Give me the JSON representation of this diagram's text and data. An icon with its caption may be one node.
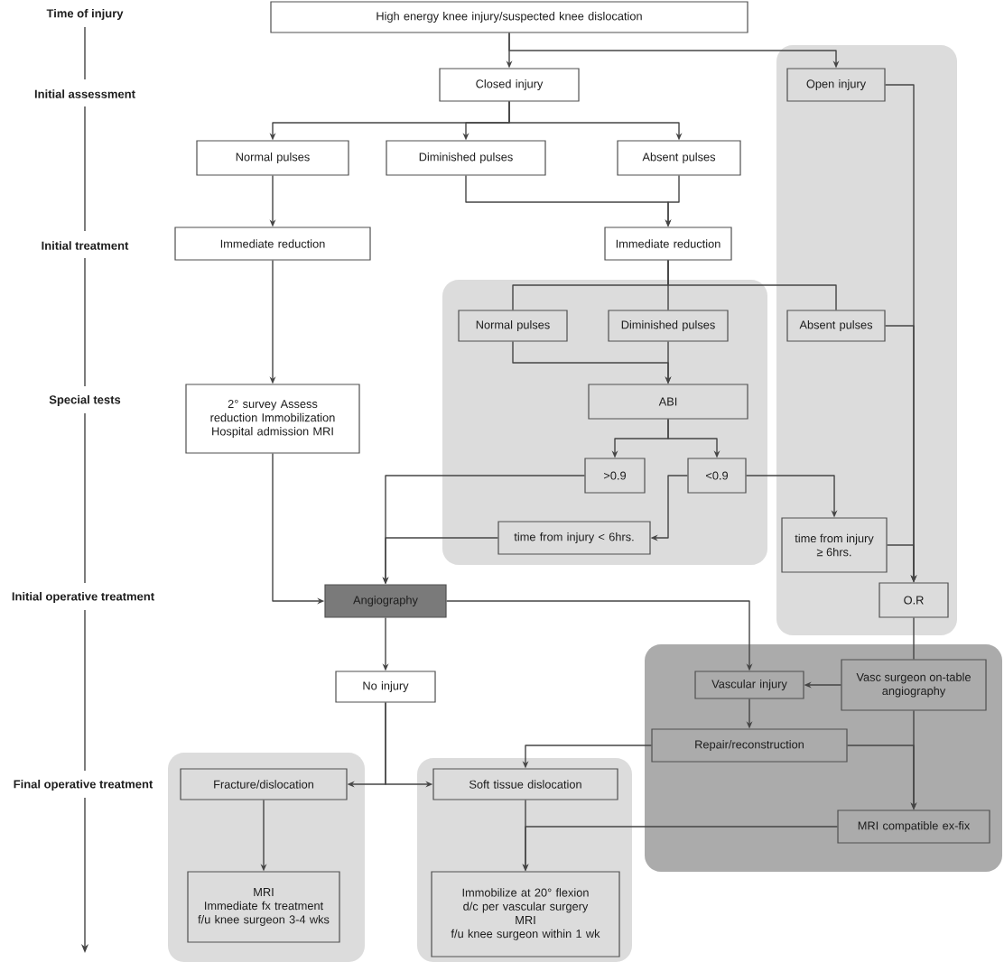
{
  "diagram": {
    "nodes": [
      {
        "text": [
          "High energy knee injury/suspected knee dislocation"
        ]
      },
      {
        "text": [
          "Closed injury"
        ]
      },
      {
        "text": [],
        "shape": "box"
      },
      {
        "text": [
          "Open injury"
        ],
        "in": 2
      },
      {
        "text": [
          "Normal pulses"
        ]
      },
      {
        "text": [
          "Diminished pulses"
        ]
      },
      {
        "text": [
          "Absent pulses"
        ]
      },
      {
        "text": [
          "Immediate reduction"
        ]
      },
      {
        "text": [
          "Immediate reduction"
        ]
      },
      {
        "text": [],
        "shape": "box"
      },
      {
        "text": [
          "Normal pulses"
        ],
        "in": 9
      },
      {
        "text": [
          "Diminished pulses"
        ],
        "in": 9
      },
      {
        "text": [
          "Absent pulses"
        ],
        "in": 2
      },
      {
        "text": [
          "ABI"
        ],
        "in": 9
      },
      {
        "text": [
          "2° survey Assess reduction Immobilization Hospital admission MRI"
        ]
      },
      {
        "text": [
          ">0.9"
        ],
        "in": 9
      },
      {
        "text": [
          "<0.9"
        ],
        "in": 9
      },
      {
        "text": [
          "time from injury < 6hrs."
        ],
        "in": 9
      },
      {
        "text": [
          "time from injury ≥ 6hrs."
        ],
        "in": 2
      },
      {
        "text": [
          "O.R"
        ],
        "in": 2
      },
      {
        "text": [
          "Angiography"
        ]
      },
      {
        "text": [],
        "shape": "box"
      },
      {
        "text": [
          "Vasc surgeon on-table angiography"
        ],
        "in": 21
      },
      {
        "text": [
          "No injury"
        ]
      },
      {
        "text": [
          "Vascular injury"
        ],
        "in": 21
      },
      {
        "text": [
          "Repair/reconstruction"
        ],
        "in": 21
      },
      {
        "text": [],
        "shape": "box"
      },
      {
        "text": [
          "Fracture/dislocation"
        ],
        "in": 26
      },
      {
        "text": [],
        "shape": "box"
      },
      {
        "text": [
          "Soft tissue dislocation"
        ],
        "in": 28
      },
      {
        "text": [
          "MRI compatible ex-fix"
        ],
        "in": 21
      },
      {
        "text": [
          "MRI",
          "Immediate fx treatment",
          "f/u knee surgeon 3-4 wks"
        ],
        "in": 26
      },
      {
        "text": [
          "Immobilize at 20° flexion",
          "d/c per vascular surgery",
          "MRI",
          "f/u knee surgeon within 1 wk"
        ],
        "in": 28
      }
    ],
    "edges": [
      {
        "from": 0,
        "to": 1,
        "arrow": "to"
      },
      {
        "from": 0,
        "to": 3,
        "arrow": "to"
      },
      {
        "from": 1,
        "to": 4,
        "arrow": "to"
      },
      {
        "from": 1,
        "to": 5,
        "arrow": "to"
      },
      {
        "from": 1,
        "to": 6,
        "arrow": "to"
      },
      {
        "from": 4,
        "to": 7,
        "arrow": "to"
      },
      {
        "from": 5,
        "to": 8,
        "arrow": "to"
      },
      {
        "from": 6,
        "to": 8,
        "arrow": "to"
      },
      {
        "from": 7,
        "to": 14,
        "arrow": "to"
      },
      {
        "from": 8,
        "to": 10,
        "arrow": "none"
      },
      {
        "from": 8,
        "to": 11,
        "arrow": "none"
      },
      {
        "from": 8,
        "to": 12,
        "arrow": "none"
      },
      {
        "from": 10,
        "to": 13,
        "arrow": "to"
      },
      {
        "from": 11,
        "to": 13,
        "arrow": "to"
      },
      {
        "from": 13,
        "to": 15,
        "arrow": "to"
      },
      {
        "from": 13,
        "to": 16,
        "arrow": "to"
      },
      {
        "from": 3,
        "to": 19,
        "arrow": "to"
      },
      {
        "from": 12,
        "to": 19,
        "arrow": "to"
      },
      {
        "from": 16,
        "to": 17,
        "arrow": "to"
      },
      {
        "from": 16,
        "to": 18,
        "arrow": "to"
      },
      {
        "from": 18,
        "to": 19,
        "arrow": "to"
      },
      {
        "from": 15,
        "to": 20,
        "arrow": "to"
      },
      {
        "from": 17,
        "to": 20,
        "arrow": "to"
      },
      {
        "from": 14,
        "to": 20,
        "arrow": "to"
      },
      {
        "from": 20,
        "to": 23,
        "arrow": "to"
      },
      {
        "from": 20,
        "to": 24,
        "arrow": "to"
      },
      {
        "from": 19,
        "to": 22,
        "arrow": "none"
      },
      {
        "from": 22,
        "to": 24,
        "arrow": "to"
      },
      {
        "from": 24,
        "to": 25,
        "arrow": "to"
      },
      {
        "from": 22,
        "to": 30,
        "arrow": "to"
      },
      {
        "from": 25,
        "to": 30,
        "arrow": "to"
      },
      {
        "from": 25,
        "to": 29,
        "arrow": "to"
      },
      {
        "from": 23,
        "to": 27,
        "arrow": "to"
      },
      {
        "from": 23,
        "to": 29,
        "arrow": "to"
      },
      {
        "from": 27,
        "to": 31,
        "arrow": "to"
      },
      {
        "from": 29,
        "to": 32,
        "arrow": "to"
      },
      {
        "from": 30,
        "to": 32,
        "arrow": "to"
      }
    ],
    "labels": [
      "Time of injury",
      "Initial assessment",
      "Initial treatment",
      "Special tests",
      "Initial operative treatment",
      "Final operative treatment"
    ]
  }
}
